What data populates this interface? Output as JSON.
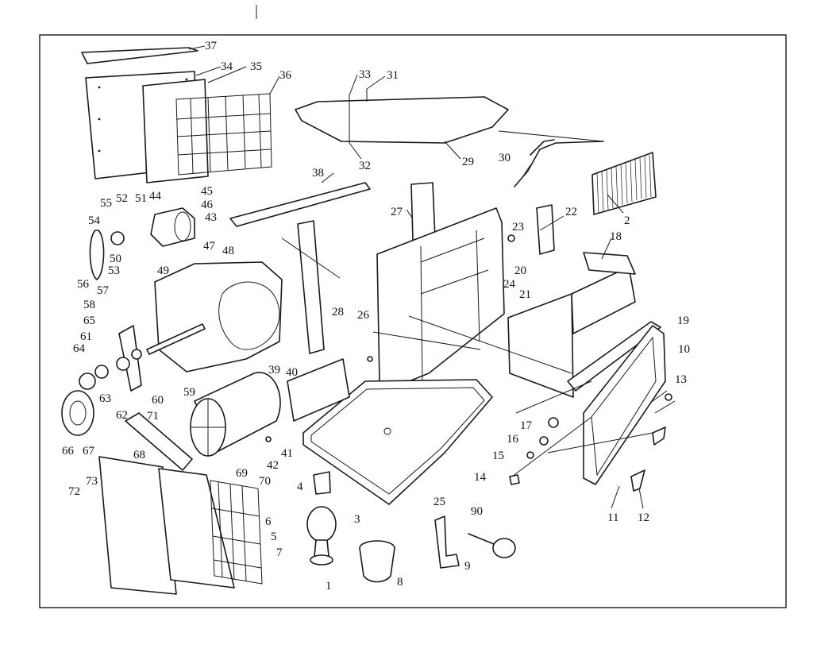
{
  "diagram": {
    "callouts": [
      "37",
      "34",
      "35",
      "36",
      "33",
      "31",
      "32",
      "29",
      "30",
      "2",
      "38",
      "27",
      "22",
      "23",
      "18",
      "55",
      "52",
      "51",
      "44",
      "45",
      "46",
      "43",
      "54",
      "47",
      "48",
      "50",
      "49",
      "53",
      "56",
      "57",
      "20",
      "24",
      "21",
      "19",
      "10",
      "58",
      "65",
      "28",
      "26",
      "61",
      "64",
      "63",
      "60",
      "59",
      "39",
      "40",
      "41",
      "42",
      "66",
      "67",
      "62",
      "71",
      "13",
      "17",
      "16",
      "15",
      "14",
      "25",
      "72",
      "73",
      "68",
      "69",
      "70",
      "4",
      "6",
      "5",
      "7",
      "3",
      "90",
      "8",
      "1",
      "9",
      "11",
      "12"
    ]
  }
}
